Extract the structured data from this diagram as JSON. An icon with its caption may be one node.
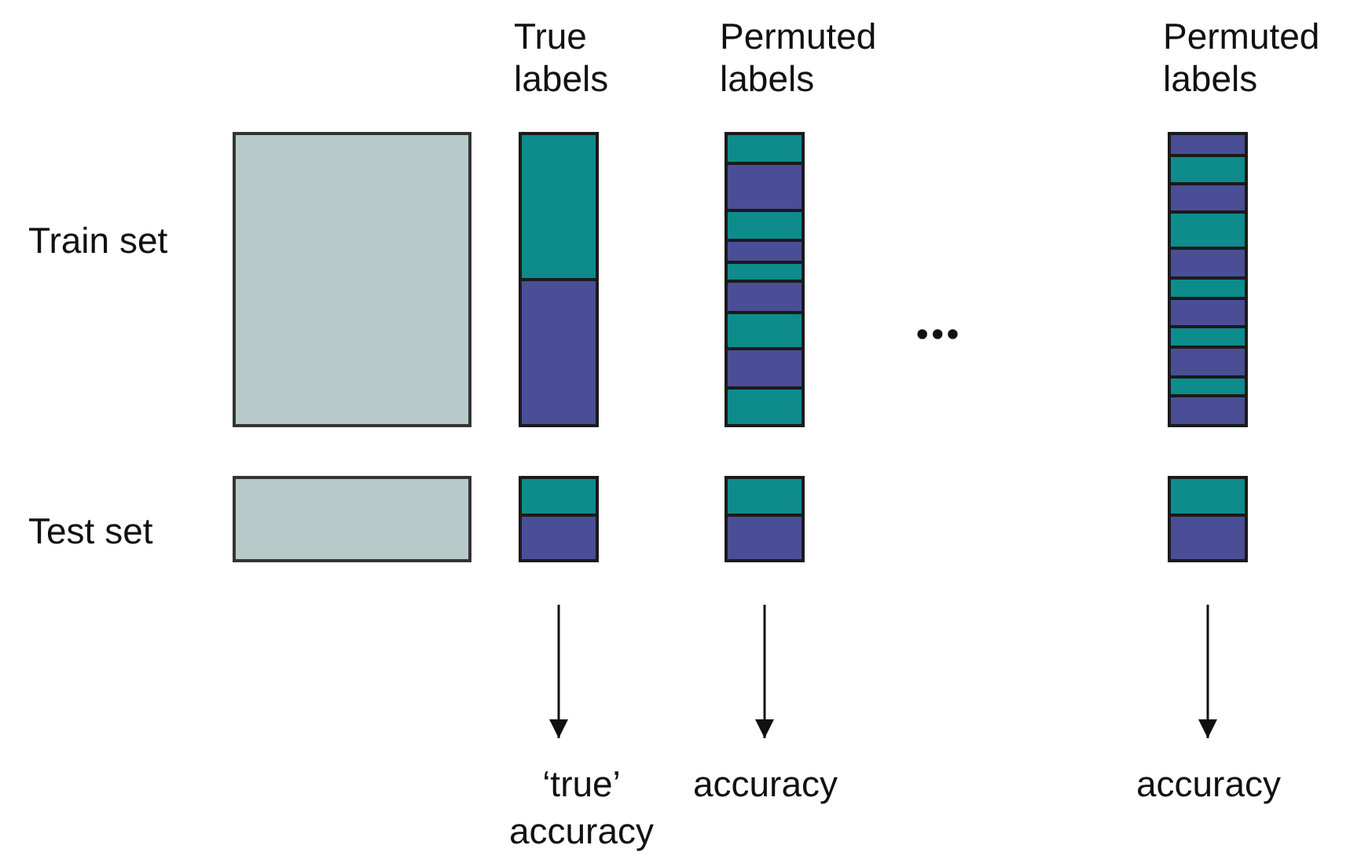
{
  "diagram": {
    "nodes": [
      {
        "text": [],
        "shape": "box"
      },
      {
        "text": [],
        "shape": "box"
      },
      {
        "text": [
          "True labels"
        ]
      },
      {
        "text": [
          "Permuted labels"
        ]
      },
      {
        "text": [
          "Permuted labels"
        ]
      },
      {
        "text": [],
        "shape": "bar"
      },
      {
        "text": [],
        "shape": "bar"
      },
      {
        "text": [],
        "shape": "bar"
      },
      {
        "text": [
          "‘true’ accuracy"
        ]
      },
      {
        "text": [
          "accuracy"
        ]
      },
      {
        "text": [
          "accuracy"
        ]
      }
    ],
    "edges": [
      {
        "from": 5,
        "to": 8,
        "arrow": "to"
      },
      {
        "from": 6,
        "to": 9,
        "arrow": "to"
      },
      {
        "from": 7,
        "to": 10,
        "arrow": "to"
      }
    ],
    "labels": [
      "Train set",
      "Test set",
      "•••"
    ]
  }
}
